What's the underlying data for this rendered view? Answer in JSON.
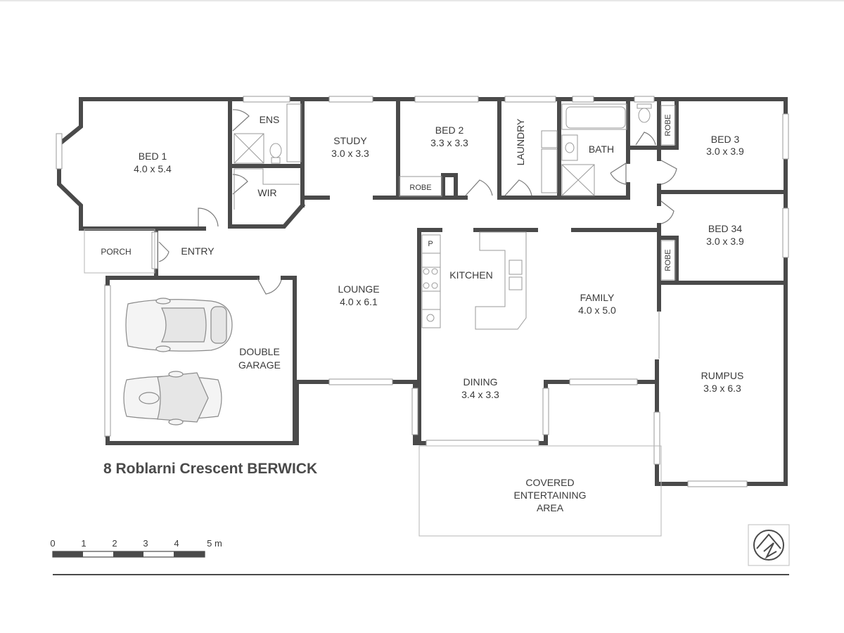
{
  "property": {
    "address": "8 Roblarni Crescent BERWICK"
  },
  "rooms": {
    "bed1": {
      "name": "BED 1",
      "size": "4.0 x 5.4"
    },
    "ens": {
      "name": "ENS"
    },
    "wir": {
      "name": "WIR"
    },
    "study": {
      "name": "STUDY",
      "size": "3.0 x 3.3"
    },
    "bed2": {
      "name": "BED 2",
      "size": "3.3 x 3.3"
    },
    "robe_bed2": {
      "name": "ROBE"
    },
    "laundry": {
      "name": "LAUNDRY"
    },
    "bath": {
      "name": "BATH"
    },
    "robe_bed3": {
      "name": "ROBE"
    },
    "bed3": {
      "name": "BED 3",
      "size": "3.0 x 3.9"
    },
    "bed34": {
      "name": "BED 34",
      "size": "3.0 x 3.9"
    },
    "robe_bed34": {
      "name": "ROBE"
    },
    "porch": {
      "name": "PORCH"
    },
    "entry": {
      "name": "ENTRY"
    },
    "lounge": {
      "name": "LOUNGE",
      "size": "4.0 x 6.1"
    },
    "kitchen": {
      "name": "KITCHEN",
      "pantry": "P"
    },
    "family": {
      "name": "FAMILY",
      "size": "4.0 x 5.0"
    },
    "garage": {
      "line1": "DOUBLE",
      "line2": "GARAGE"
    },
    "dining": {
      "name": "DINING",
      "size": "3.4 x 3.3"
    },
    "rumpus": {
      "name": "RUMPUS",
      "size": "3.9 x 6.3"
    },
    "covered": {
      "line1": "COVERED",
      "line2": "ENTERTAINING",
      "line3": "AREA"
    }
  },
  "scale_bar": {
    "ticks": [
      "0",
      "1",
      "2",
      "3",
      "4",
      "5 m"
    ]
  },
  "icons": {
    "compass": "north-arrow-icon",
    "car": "car-icon"
  },
  "colors": {
    "wall": "#4a4a4a",
    "fixture": "#9a9a9a"
  }
}
